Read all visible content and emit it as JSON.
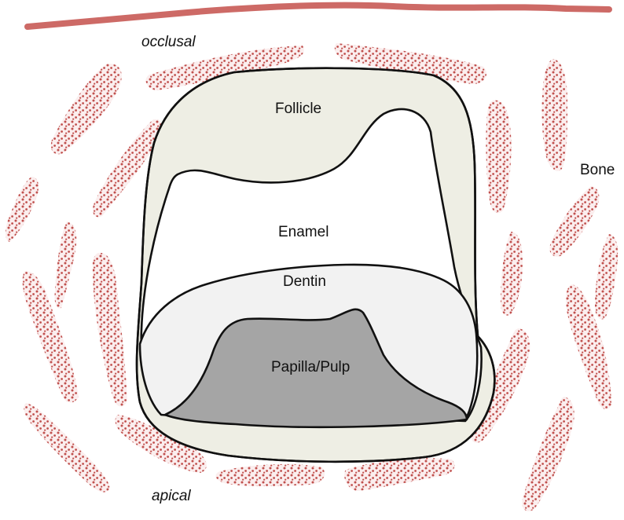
{
  "labels": {
    "occlusal": "occlusal",
    "apical": "apical",
    "bone": "Bone",
    "follicle": "Follicle",
    "enamel": "Enamel",
    "dentin": "Dentin",
    "papilla_pulp": "Papilla/Pulp"
  },
  "colors": {
    "gingiva_line": "#cd6a66",
    "bone_fill": "#fbeeee",
    "bone_dots": "#c0504d",
    "follicle_fill": "#eeeee4",
    "enamel_fill": "#ffffff",
    "dentin_fill": "#f2f2f2",
    "pulp_fill": "#a5a5a5",
    "outline": "#111111"
  },
  "icons": [
    "bone-fragment"
  ]
}
